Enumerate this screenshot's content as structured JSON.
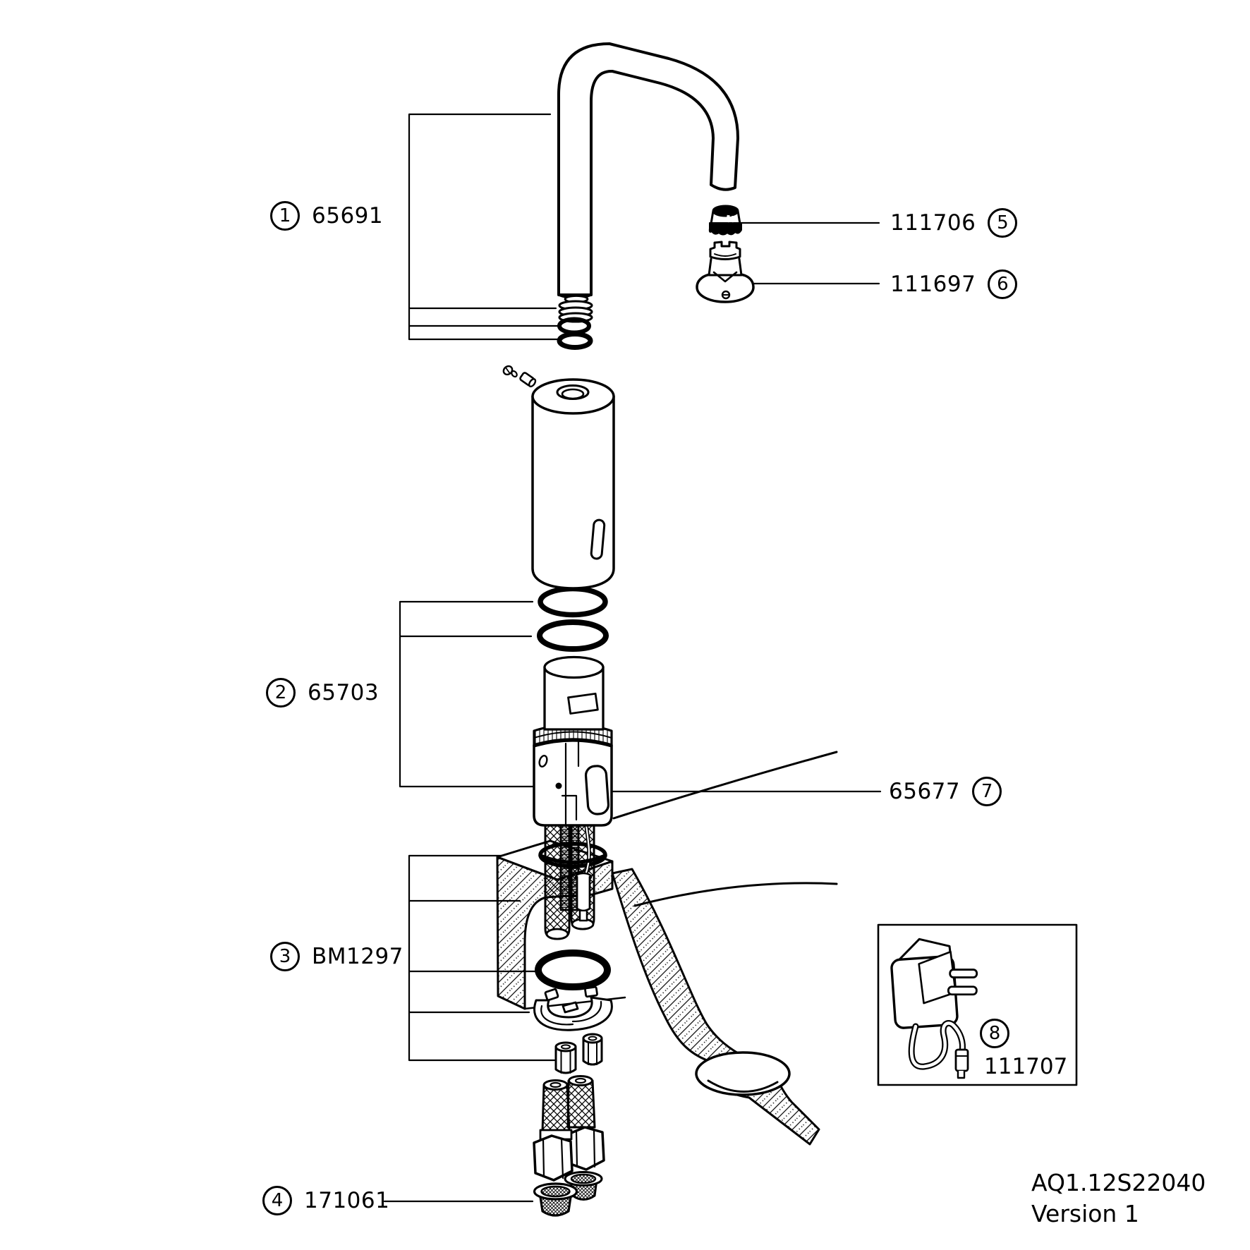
{
  "background": "#ffffff",
  "ink": "#000000",
  "callouts": [
    {
      "num": "1",
      "code": "65691"
    },
    {
      "num": "2",
      "code": "65703"
    },
    {
      "num": "3",
      "code": "BM1297"
    },
    {
      "num": "4",
      "code": "171061"
    },
    {
      "num": "5",
      "code": "111706"
    },
    {
      "num": "6",
      "code": "111697"
    },
    {
      "num": "7",
      "code": "65677"
    },
    {
      "num": "8",
      "code": "111707"
    }
  ],
  "footer": {
    "document_code": "AQ1.12S22040",
    "version": "Version 1"
  }
}
